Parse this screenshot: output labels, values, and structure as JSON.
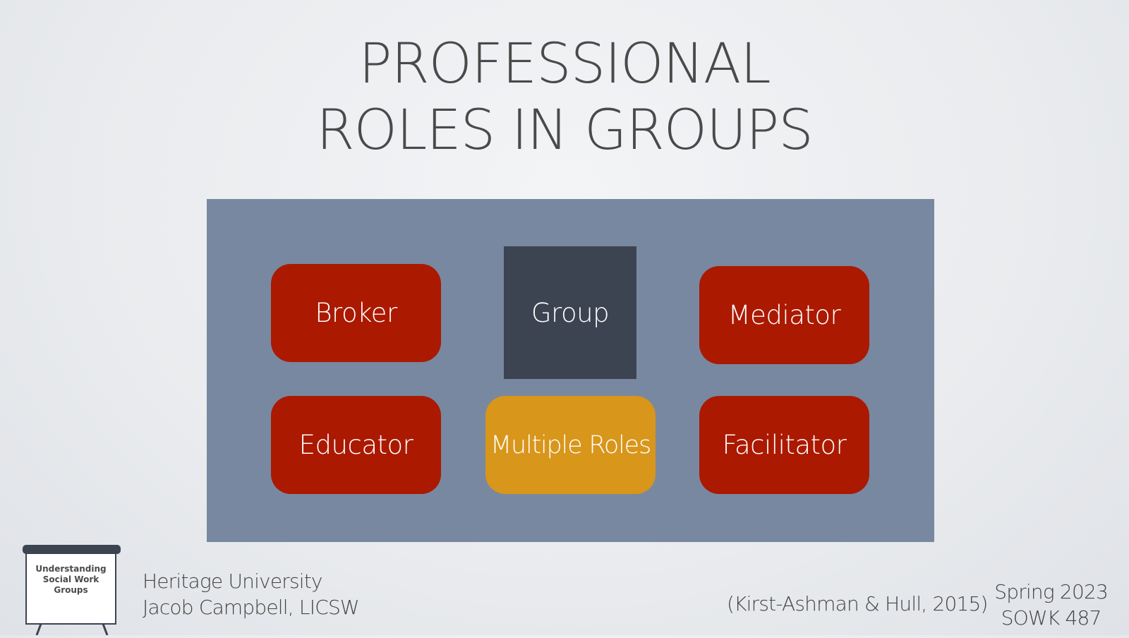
{
  "slide": {
    "title_line1": "PROFESSIONAL",
    "title_line2": "ROLES IN GROUPS"
  },
  "diagram": {
    "panel_color": "#7888a0",
    "center": {
      "label": "Group",
      "color": "#3d4451"
    },
    "roles": [
      {
        "label": "Broker",
        "color": "#ab1900"
      },
      {
        "label": "Mediator",
        "color": "#ab1900"
      },
      {
        "label": "Educator",
        "color": "#ab1900"
      },
      {
        "label": "Multiple Roles",
        "color": "#d8961a"
      },
      {
        "label": "Facilitator",
        "color": "#ab1900"
      }
    ]
  },
  "footer": {
    "easel_icon": "easel-presentation-icon",
    "easel_text_line1": "Understanding",
    "easel_text_line2": "Social Work",
    "easel_text_line3": "Groups",
    "institution": "Heritage University",
    "instructor": "Jacob Campbell, LICSW",
    "citation": "(Kirst-Ashman & Hull, 2015)",
    "term": "Spring 2023",
    "course": "SOWK 487"
  }
}
